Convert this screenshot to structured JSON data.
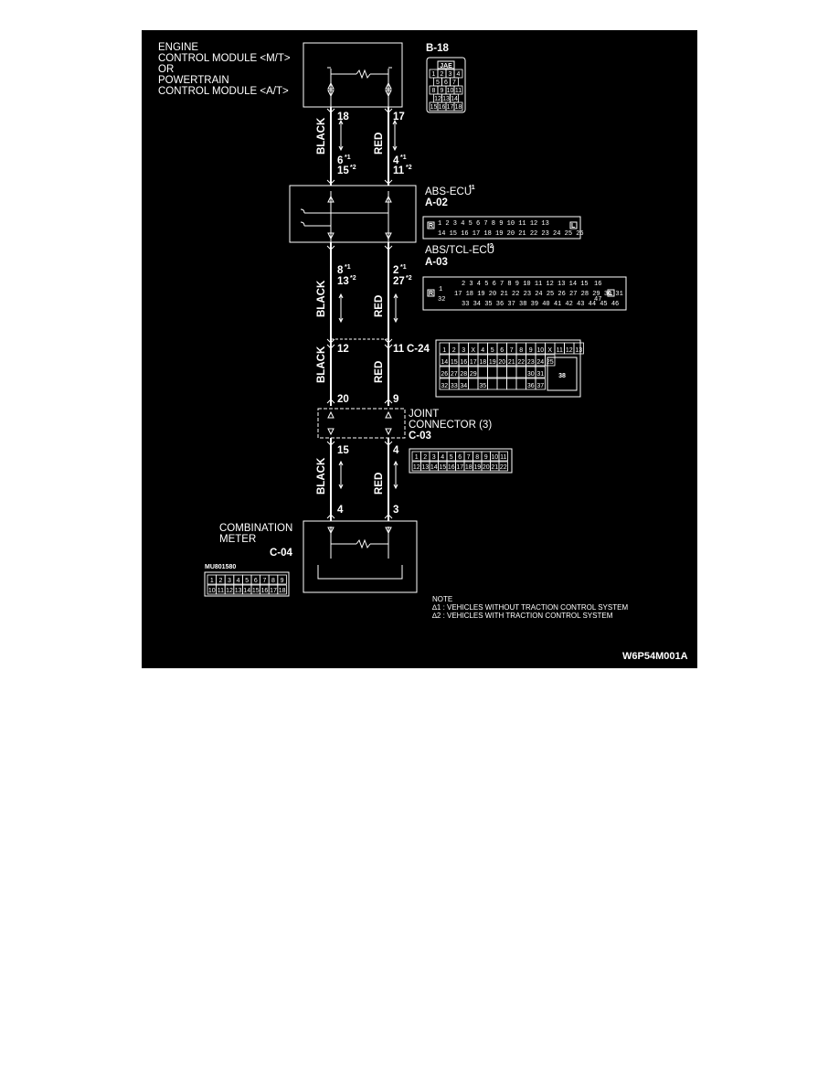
{
  "colors": {
    "background": "#000000",
    "line": "#ffffff",
    "page": "#ffffff"
  },
  "ecm": {
    "line1": "ENGINE",
    "line2": "CONTROL MODULE <M/T>",
    "line3": "OR",
    "line4": "POWERTRAIN",
    "line5": "CONTROL MODULE <A/T>",
    "connector": "B-18",
    "maker": "JAE",
    "face_rows": [
      [
        "1",
        "2",
        "3",
        "4"
      ],
      [
        "5",
        "6",
        "7"
      ],
      [
        "8",
        "9",
        "10",
        "11"
      ],
      [
        "12",
        "13",
        "14"
      ],
      [
        "15",
        "16",
        "17",
        "18"
      ]
    ]
  },
  "abs": {
    "title_nt": "ABS-ECU",
    "star1": "*1",
    "connector_nt": "A-02",
    "title_tcl": "ABS/TCL-ECU",
    "star2": "*2",
    "connector_tcl": "A-03",
    "a02_top": "1 2 3 4 5 6 7 8 9 10 11 12 13",
    "a02_bottom": "14 15 16 17 18 19 20 21 22 23 24 25 26",
    "a03_top": "2 3 4 5 6 7 8 9 10 11 12 13 14 15",
    "a03_mid": "17 18 19 20 21 22 23 24 25 26 27 28 29 30 31",
    "a03_bottom": "33 34 35 36 37 38 39 40 41 42 43 44 45 46",
    "a03_left_pins": [
      "1",
      "32"
    ],
    "a03_right_pins": [
      "16",
      "47"
    ],
    "tag_r": "R",
    "tag_l": "L"
  },
  "c24": {
    "connector": "C-24",
    "row1": [
      "1",
      "2",
      "3",
      "X",
      "4",
      "5",
      "6",
      "7",
      "8",
      "9",
      "10",
      "X",
      "11",
      "12",
      "13"
    ],
    "row2": [
      "14",
      "15",
      "16",
      "17",
      "18",
      "19",
      "20",
      "21",
      "22",
      "23",
      "24",
      "25"
    ],
    "row3": [
      "26",
      "27",
      "28",
      "29",
      "",
      "",
      "",
      "",
      "",
      "30",
      "31"
    ],
    "row4": [
      "32",
      "33",
      "34",
      "",
      "35",
      "",
      "",
      "",
      "",
      "36",
      "37"
    ],
    "big_pin": "38"
  },
  "joint": {
    "line1": "JOINT",
    "line2": "CONNECTOR (3)",
    "connector": "C-03",
    "row1": [
      "1",
      "2",
      "3",
      "4",
      "5",
      "6",
      "7",
      "8",
      "9",
      "10",
      "11"
    ],
    "row2": [
      "12",
      "13",
      "14",
      "15",
      "16",
      "17",
      "18",
      "19",
      "20",
      "21",
      "22"
    ]
  },
  "meter": {
    "line1": "COMBINATION",
    "line2": "METER",
    "connector": "C-04",
    "part_code": "MU801580",
    "row1": [
      "1",
      "2",
      "3",
      "4",
      "5",
      "6",
      "7",
      "8",
      "9"
    ],
    "row2": [
      "10",
      "11",
      "12",
      "13",
      "14",
      "15",
      "16",
      "17",
      "18"
    ]
  },
  "wires": {
    "left_color": "BLACK",
    "right_color": "RED",
    "ecm_left_pin": "18",
    "ecm_right_pin": "17",
    "abs_in_left_1": "6",
    "abs_in_left_2": "15",
    "abs_in_right_1": "4",
    "abs_in_right_2": "11",
    "abs_out_left_1": "8",
    "abs_out_left_2": "13",
    "abs_out_right_1": "2",
    "abs_out_right_2": "27",
    "c24_left": "12",
    "c24_right": "11",
    "joint_in_left": "20",
    "joint_in_right": "9",
    "joint_out_left": "15",
    "joint_out_right": "4",
    "meter_left": "4",
    "meter_right": "3"
  },
  "note": {
    "title": "NOTE",
    "n1": "∆1 : VEHICLES WITHOUT TRACTION CONTROL SYSTEM",
    "n2": "∆2 : VEHICLES WITH TRACTION CONTROL SYSTEM"
  },
  "figure_id": "W6P54M001A"
}
